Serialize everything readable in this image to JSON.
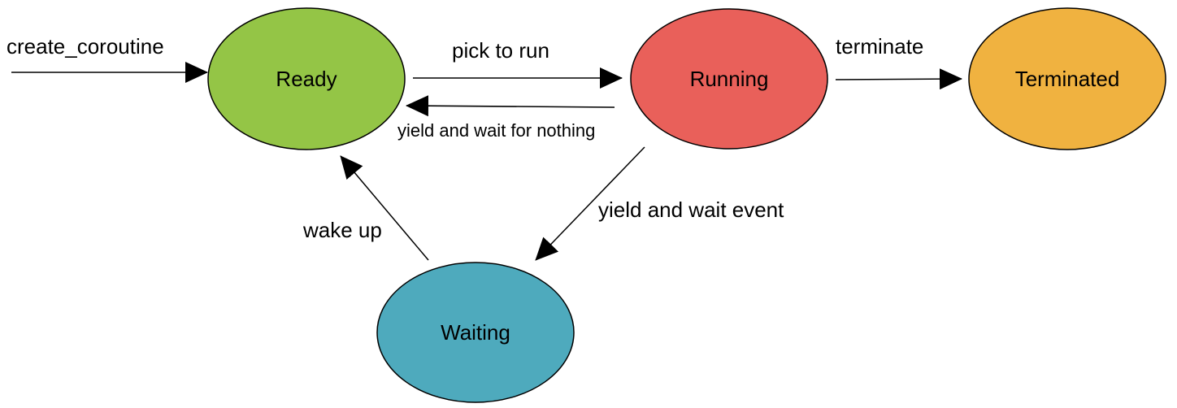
{
  "states": {
    "ready": {
      "label": "Ready",
      "color": "#94c546"
    },
    "running": {
      "label": "Running",
      "color": "#e9605a"
    },
    "terminated": {
      "label": "Terminated",
      "color": "#f0b240"
    },
    "waiting": {
      "label": "Waiting",
      "color": "#4eaabd"
    }
  },
  "transitions": {
    "create": {
      "label": "create_coroutine",
      "from": "",
      "to": "Ready"
    },
    "pick": {
      "label": "pick to run",
      "from": "Ready",
      "to": "Running"
    },
    "yield_nothing": {
      "label": "yield and wait for nothing",
      "from": "Running",
      "to": "Ready"
    },
    "terminate": {
      "label": "terminate",
      "from": "Running",
      "to": "Terminated"
    },
    "yield_event": {
      "label": "yield and wait event",
      "from": "Running",
      "to": "Waiting"
    },
    "wake": {
      "label": "wake up",
      "from": "Waiting",
      "to": "Ready"
    }
  },
  "colors": {
    "stroke": "#000000",
    "background": "#ffffff"
  }
}
